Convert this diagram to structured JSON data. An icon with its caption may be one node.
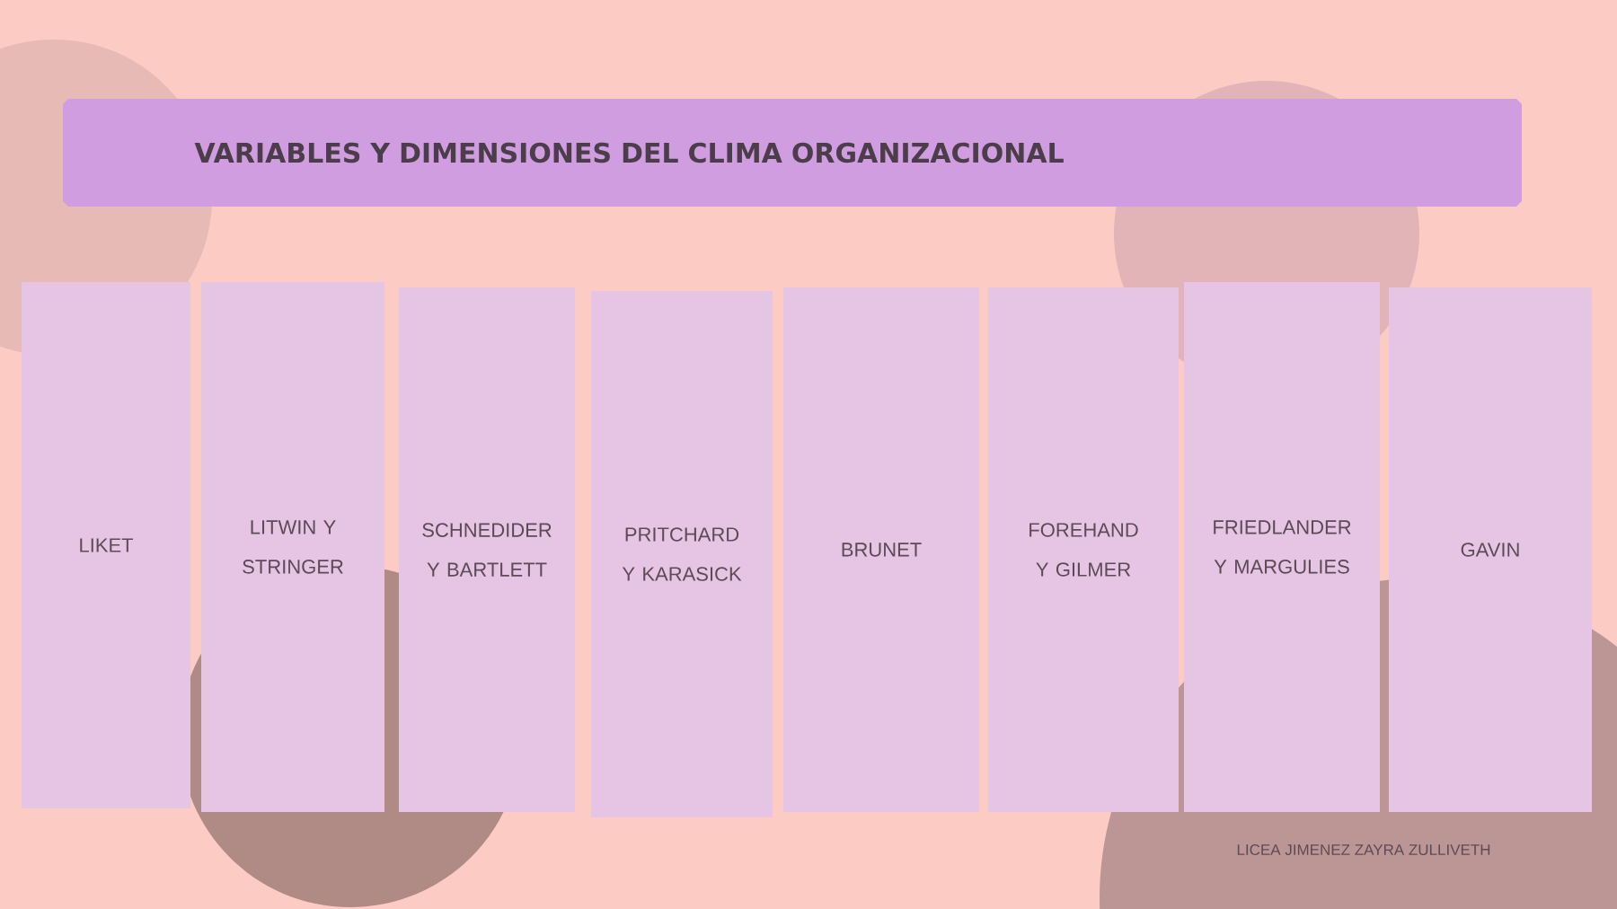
{
  "diagram": {
    "nodes": [
      {
        "text": [
          "VARIABLES Y DIMENSIONES DEL CLIMA ORGANIZACIONAL"
        ]
      },
      {
        "text": [
          "LIKET"
        ]
      },
      {
        "text": [
          "LITWIN Y STRINGER"
        ]
      },
      {
        "text": [
          "SCHNEDIDER Y BARTLETT"
        ]
      },
      {
        "text": [
          "PRITCHARD Y KARASICK"
        ]
      },
      {
        "text": [
          "BRUNET"
        ]
      },
      {
        "text": [
          "FOREHAND Y GILMER"
        ]
      },
      {
        "text": [
          "FRIEDLANDER Y MARGULIES"
        ]
      },
      {
        "text": [
          "GAVIN"
        ]
      }
    ],
    "labels": [
      "LICEA JIMENEZ ZAYRA ZULLIVETH"
    ]
  }
}
